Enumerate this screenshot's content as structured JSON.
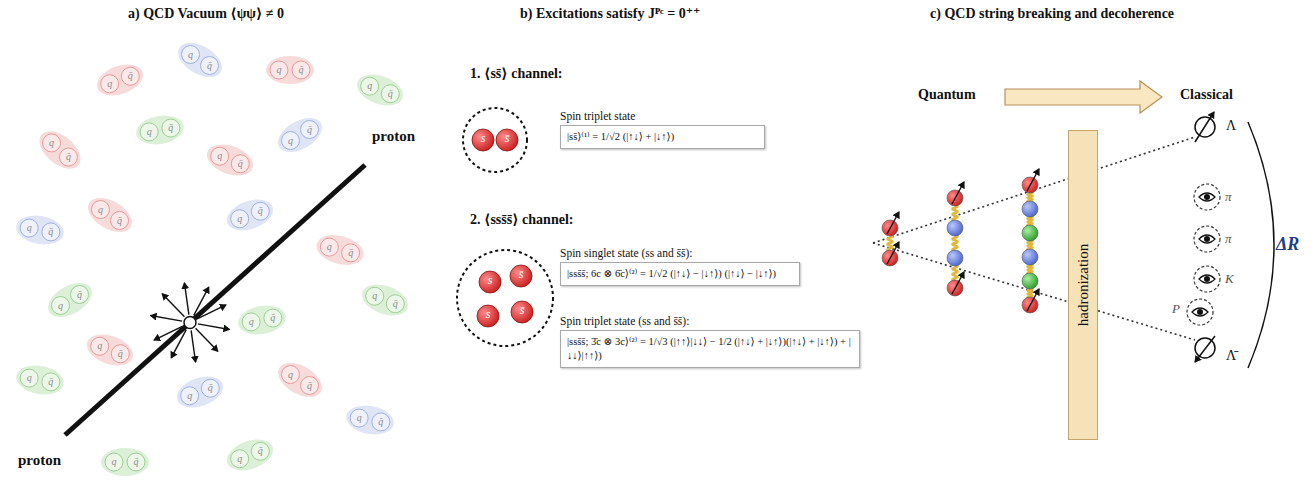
{
  "diagram": {
    "nodes": [
      {
        "text": [
          "Spin triplet state",
          "|ss̄⟩⁽¹⁾ = 1/√2 (|↑↓⟩ + |↓↑⟩)"
        ]
      },
      {
        "text": [
          "Spin singlet state (ss and s̄s̄):",
          "|sss̄s̄; 6c ⊗ 6̄c⟩⁽²⁾ = 1/√2 (|↑↓⟩ − |↓↑⟩) (|↑↓⟩ − |↓↑⟩)"
        ]
      },
      {
        "text": [
          "Spin triplet state (ss and s̄s̄):",
          "|sss̄s̄; 3̄c ⊗ 3c⟩⁽²⁾ = 1/√3 (|↑↑⟩|↓↓⟩ − 1/2 (|↑↓⟩ + |↓↑⟩)(|↑↓⟩ + |↓↑⟩) + |↓↓⟩|↑↑⟩)"
        ]
      },
      {
        "text": [
          "hadronization"
        ]
      }
    ],
    "labels": [
      "a) QCD Vacuum ⟨ψψ⟩ ≠ 0",
      "b) Excitations satisfy Jᴾᶜ = 0⁺⁺",
      "c) QCD string breaking and decoherence",
      "proton",
      "proton",
      "1. ⟨ss̄⟩ channel:",
      "2. ⟨sss̄s̄⟩ channel:",
      "s",
      "s̄",
      "s",
      "s̄",
      "s",
      "s̄",
      "Quantum",
      "Classical",
      "Λ",
      "π",
      "π",
      "K",
      "P",
      "Λ̄",
      "ΔR",
      "q",
      "q̄",
      "q",
      "q̄",
      "q",
      "q̄",
      "q",
      "q̄",
      "q",
      "q̄",
      "q",
      "q̄",
      "q",
      "q̄",
      "q",
      "q̄",
      "q",
      "q̄",
      "q",
      "q̄",
      "q",
      "q̄",
      "q",
      "q̄",
      "q",
      "q̄",
      "q",
      "q̄",
      "q",
      "q̄",
      "q",
      "q̄",
      "q",
      "q̄",
      "q",
      "q̄",
      "q",
      "q̄",
      "q",
      "q̄",
      "q",
      "q̄",
      "q",
      "q̄"
    ]
  }
}
